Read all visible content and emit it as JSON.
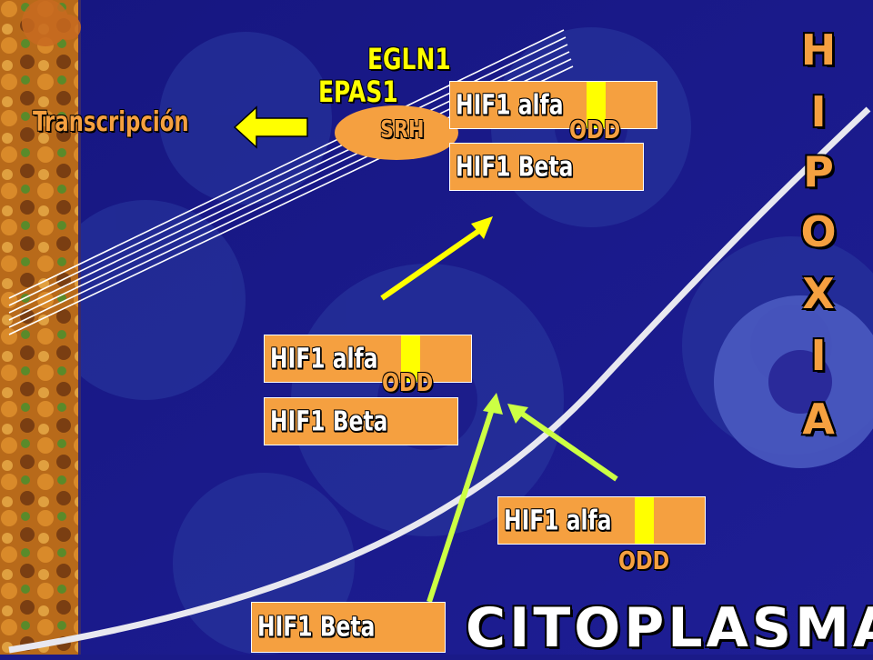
{
  "labels": {
    "egln1": "EGLN1",
    "epas1": "EPAS1",
    "transcripcion": "Transcripción",
    "srh": "SRH",
    "citoplasma": "CITOPLASMA",
    "hipoxia": [
      "H",
      "I",
      "P",
      "O",
      "X",
      "I",
      "A"
    ]
  },
  "boxes": {
    "nucleus_alfa": "HIF1 alfa",
    "nucleus_odd": "ODD",
    "nucleus_beta": "HIF1 Beta",
    "middle_alfa": "HIF1 alfa",
    "middle_odd": "ODD",
    "middle_beta": "HIF1 Beta",
    "cyto_alfa": "HIF1 alfa",
    "cyto_odd": "ODD",
    "cyto_beta": "HIF1 Beta"
  },
  "colors": {
    "background": "#1a1a88",
    "box_fill": "#f5a040",
    "odd_domain": "#ffff00",
    "arrow_yellow": "#ffff00",
    "arrow_green": "#ccff44",
    "membrane_curve": "#e8e8f0",
    "srh_ellipse": "#f5a040"
  }
}
